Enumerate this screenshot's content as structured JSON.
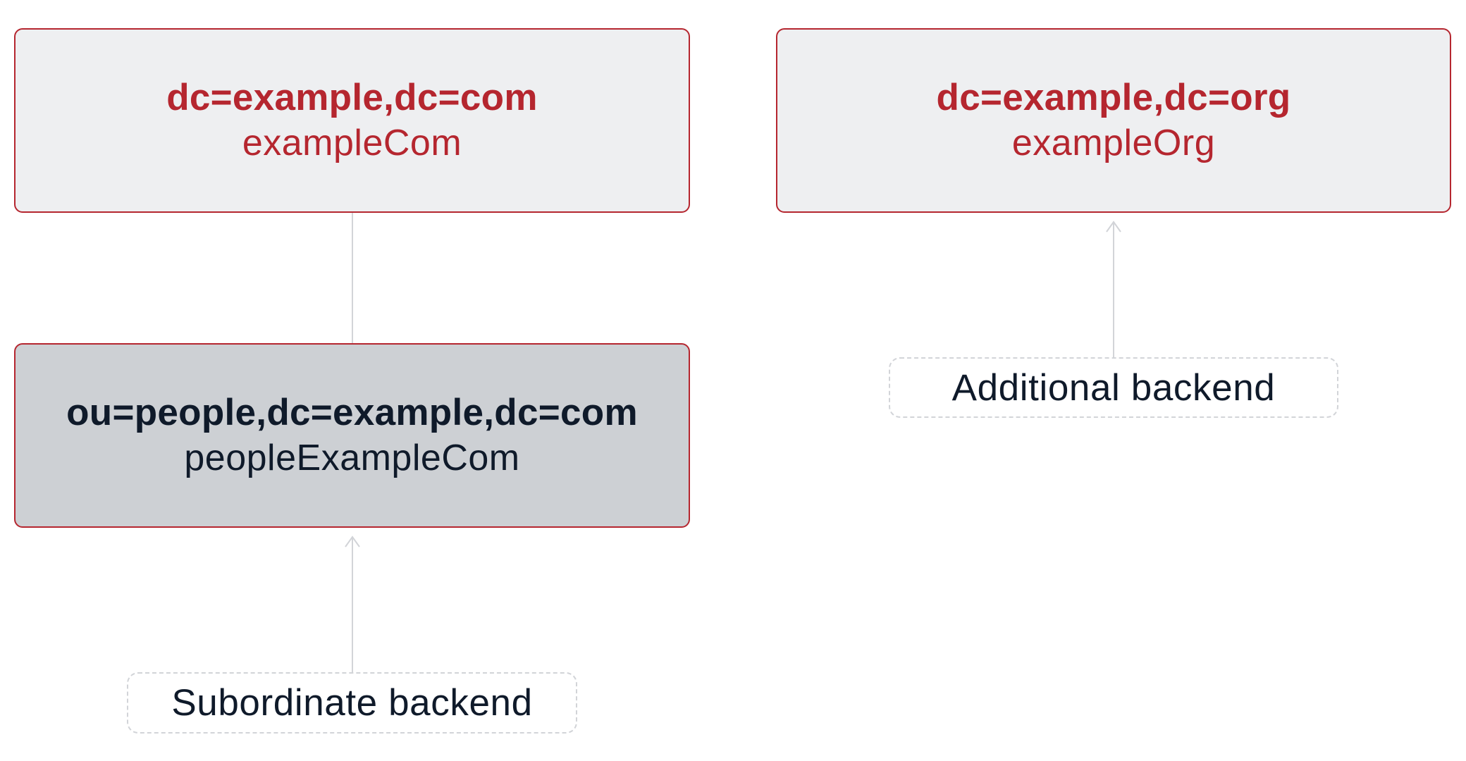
{
  "diagram": {
    "nodes": {
      "example_com": {
        "dn": "dc=example,dc=com",
        "backend": "exampleCom"
      },
      "example_org": {
        "dn": "dc=example,dc=org",
        "backend": "exampleOrg"
      },
      "people_example_com": {
        "dn": "ou=people,dc=example,dc=com",
        "backend": "peopleExampleCom"
      }
    },
    "labels": {
      "subordinate": "Subordinate backend",
      "additional": "Additional backend"
    },
    "edges": [
      {
        "from": "example_com",
        "to": "people_example_com",
        "type": "line"
      },
      {
        "from": "subordinate",
        "to": "people_example_com",
        "type": "arrow"
      },
      {
        "from": "additional",
        "to": "example_org",
        "type": "arrow"
      }
    ],
    "colors": {
      "accent_red": "#b5262f",
      "root_bg": "#eeeff1",
      "sub_bg": "#cdd0d4",
      "dark_text": "#0f1a2a",
      "connector": "#d2d4d8"
    }
  }
}
